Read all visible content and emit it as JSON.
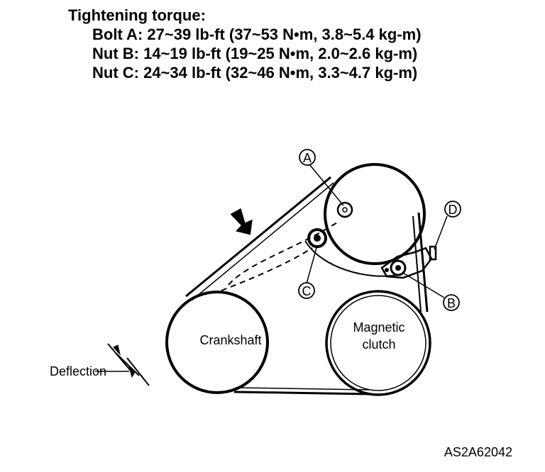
{
  "title": "Tightening torque:",
  "specs": [
    "Bolt A: 27~39 lb-ft (37~53 N•m, 3.8~5.4 kg-m)",
    "Nut B: 14~19 lb-ft (19~25 N•m, 2.0~2.6 kg-m)",
    "Nut C: 24~34 lb-ft (32~46 N•m, 3.3~4.7 kg-m)"
  ],
  "callouts": {
    "a": "A",
    "b": "B",
    "c": "C",
    "d": "D"
  },
  "labels": {
    "crankshaft": "Crankshaft",
    "magnetic_clutch_line1": "Magnetic",
    "magnetic_clutch_line2": "clutch",
    "deflection": "Deflection"
  },
  "figure_code": "AS2A62042"
}
